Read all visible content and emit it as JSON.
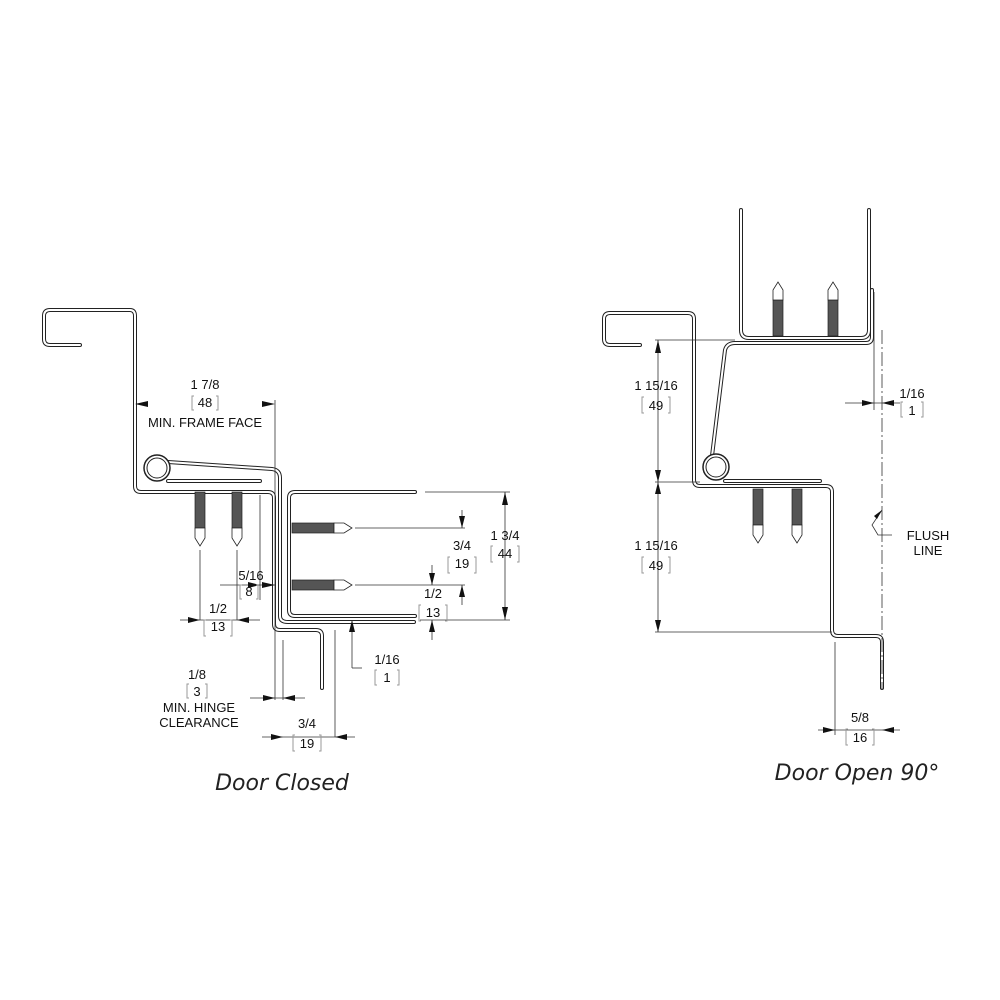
{
  "closed": {
    "caption": "Door Closed",
    "frame_face": {
      "value": "1 7/8",
      "metric": "48",
      "label": "MIN. FRAME FACE"
    },
    "hinge_clearance": {
      "value": "1/8",
      "metric": "3",
      "label1": "MIN. HINGE",
      "label2": "CLEARANCE"
    },
    "dim_5_16": {
      "value": "5/16",
      "metric": "8"
    },
    "dim_1_2_left": {
      "value": "1/2",
      "metric": "13"
    },
    "dim_3_4_screw": {
      "value": "3/4",
      "metric": "19"
    },
    "dim_1_2_right": {
      "value": "1/2",
      "metric": "13"
    },
    "dim_door": {
      "value": "1 3/4",
      "metric": "44"
    },
    "dim_1_16": {
      "value": "1/16",
      "metric": "1"
    },
    "dim_3_4_bottom": {
      "value": "3/4",
      "metric": "19"
    }
  },
  "open": {
    "caption": "Door Open 90°",
    "dim_top": {
      "value": "1 15/16",
      "metric": "49"
    },
    "dim_bottom": {
      "value": "1 15/16",
      "metric": "49"
    },
    "dim_1_16": {
      "value": "1/16",
      "metric": "1"
    },
    "flush": {
      "label1": "FLUSH",
      "label2": "LINE"
    },
    "dim_5_8": {
      "value": "5/8",
      "metric": "16"
    }
  }
}
